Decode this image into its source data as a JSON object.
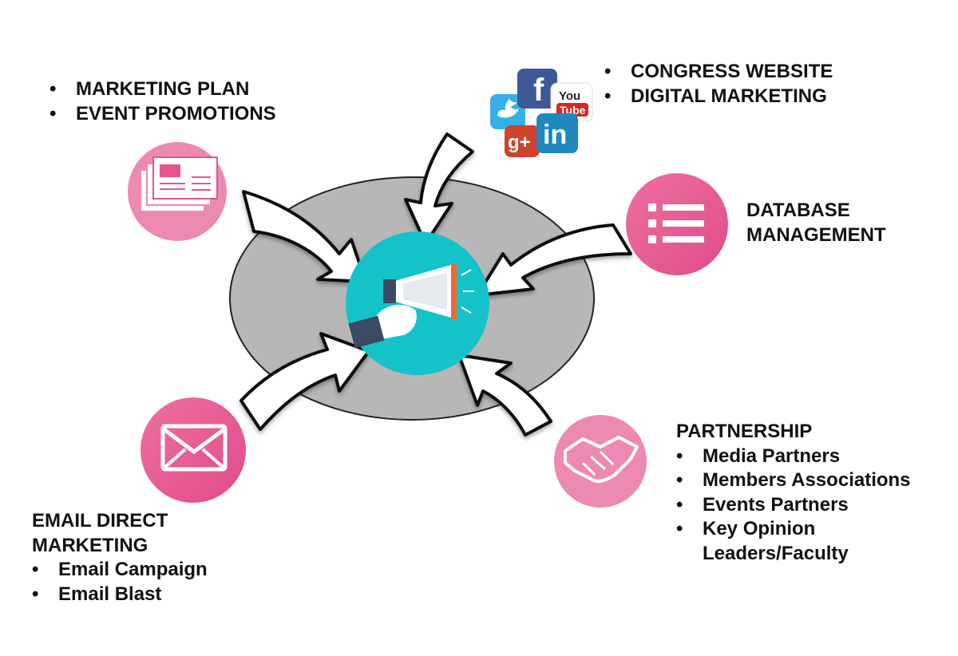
{
  "top_left": {
    "items": [
      "MARKETING PLAN",
      "EVENT PROMOTIONS"
    ]
  },
  "top_right": {
    "items": [
      "CONGRESS WEBSITE",
      "DIGITAL MARKETING"
    ],
    "social_labels": [
      "f",
      "You",
      "Tube",
      "in",
      "g+"
    ]
  },
  "right": {
    "heading_line1": "DATABASE",
    "heading_line2": "MANAGEMENT"
  },
  "bottom_right": {
    "heading": "PARTNERSHIP",
    "items": [
      "Media Partners",
      "Members Associations",
      "Events Partners",
      "Key Opinion Leaders/Faculty"
    ]
  },
  "bottom_left": {
    "heading_line1": "EMAIL DIRECT",
    "heading_line2": "MARKETING",
    "items": [
      "Email Campaign",
      "Email Blast"
    ]
  },
  "colors": {
    "pink": "#e7538f",
    "light_pink": "#ec8ab3",
    "teal": "#14c3c9",
    "ellipse_gray": "#b7b7b7"
  },
  "icons": {
    "center": "megaphone-icon",
    "top_left": "postcards-icon",
    "right": "list-icon",
    "bottom_left": "envelope-icon",
    "bottom_right": "handshake-icon",
    "top_right": "social-media-icons"
  }
}
